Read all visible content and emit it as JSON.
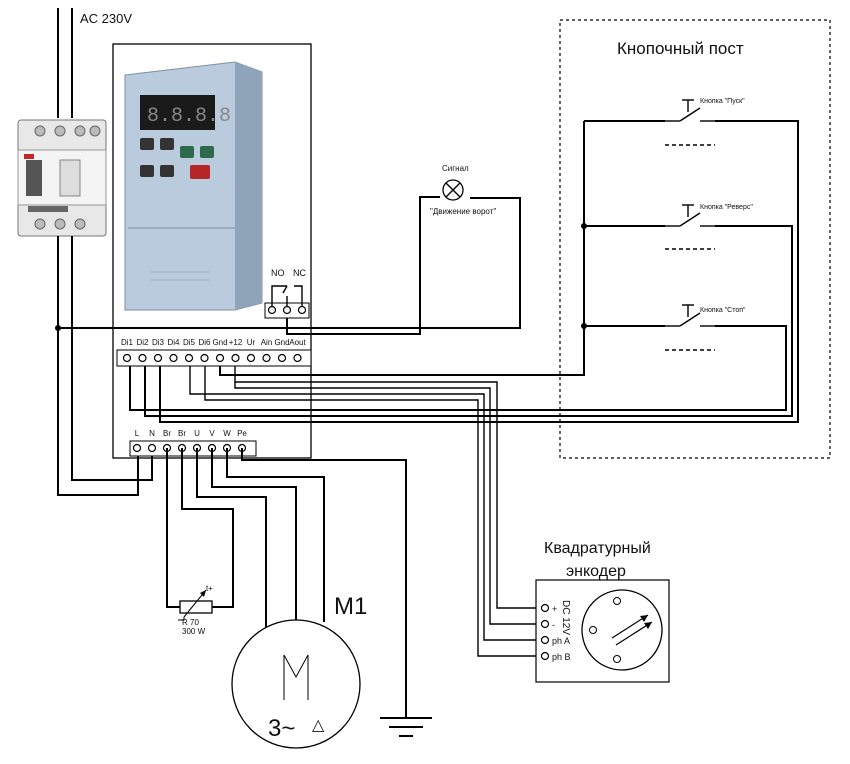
{
  "supply": {
    "label": "AC 230V"
  },
  "button_station": {
    "title": "Кнопочный пост",
    "buttons": [
      "Кнопка \"Пуск\"",
      "Кнопка \"Реверс\"",
      "Кнопка \"Стоп\""
    ]
  },
  "signal": {
    "label": "Сигнал",
    "caption": "\"Движение ворот\""
  },
  "relay": {
    "labels": [
      "NO",
      "NC"
    ]
  },
  "control_terminals": [
    "Di1",
    "Di2",
    "Di3",
    "Di4",
    "Di5",
    "Di6",
    "Gnd",
    "+12",
    "Ur",
    "Ain",
    "Gnd",
    "Aout"
  ],
  "power_terminals": [
    "L",
    "N",
    "Br",
    "Br",
    "U",
    "V",
    "W",
    "Pe"
  ],
  "resistor": {
    "arrow": "t+",
    "line1": "R 70",
    "line2": "300 W"
  },
  "motor": {
    "name": "M1",
    "symbol": "M",
    "phase": "3~",
    "delta": "△"
  },
  "encoder": {
    "title_line1": "Квадратурный",
    "title_line2": "энкодер",
    "pins": [
      "+",
      "-",
      "ph A",
      "ph B"
    ],
    "supply": "DC 12V"
  }
}
